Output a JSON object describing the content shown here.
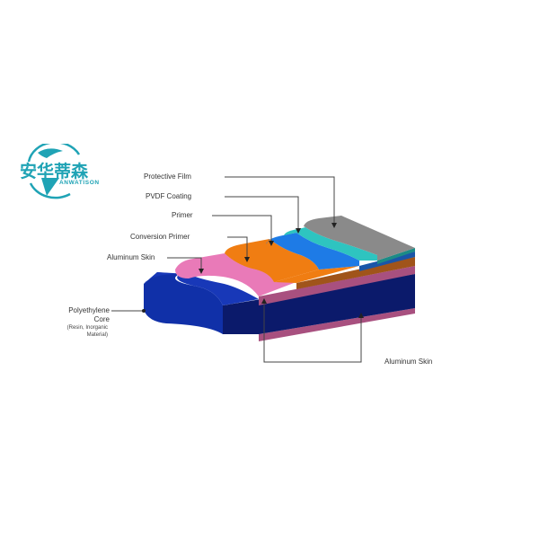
{
  "logo": {
    "chinese_name": "安华蒂森",
    "english_name": "ANWATISON",
    "color": "#1fa3b5"
  },
  "labels": {
    "protective_film": "Protective Film",
    "pvdf_coating": "PVDF Coating",
    "primer": "Primer",
    "conversion_primer": "Conversion Primer",
    "aluminum_skin_top": "Aluminum Skin",
    "core_line1": "Polyethylene",
    "core_line2": "Core",
    "core_note_line1": "(Resin, Inorganic",
    "core_note_line2": "Material)",
    "aluminum_skin_bottom": "Aluminum Skin"
  },
  "layers": [
    {
      "name": "Protective Film",
      "color": "#8a8a8a"
    },
    {
      "name": "PVDF Coating",
      "color": "#2ec4c0"
    },
    {
      "name": "Primer",
      "color": "#1e7be6"
    },
    {
      "name": "Conversion Primer",
      "color": "#f07d12"
    },
    {
      "name": "Aluminum Skin (top)",
      "color": "#e97ab8"
    },
    {
      "name": "Polyethylene Core",
      "color": "#0c2a9e"
    },
    {
      "name": "Aluminum Skin (bottom)",
      "color": "#a8507f"
    }
  ]
}
